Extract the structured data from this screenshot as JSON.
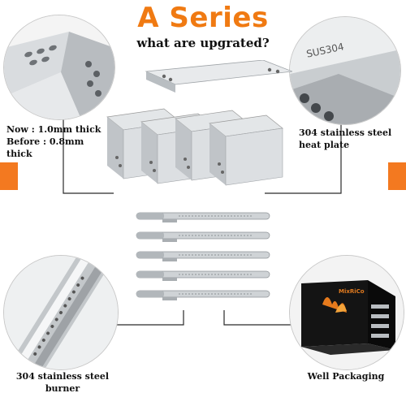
{
  "header": {
    "title": "A Series",
    "subtitle": "what are upgrated?"
  },
  "callouts": {
    "thickness_now": "Now : 1.0mm thick",
    "thickness_before": "Before : 0.8mm thick",
    "heat_plate_line1": "304 stainless steel",
    "heat_plate_line2": "heat plate",
    "burner": "304 stainless steel burner",
    "packaging": "Well Packaging"
  },
  "zoom_labels": {
    "stamp": "SUS304"
  },
  "packaging_box": {
    "brand": "MixRiCo"
  },
  "colors": {
    "accent": "#f37920",
    "title": "#f07a12"
  }
}
